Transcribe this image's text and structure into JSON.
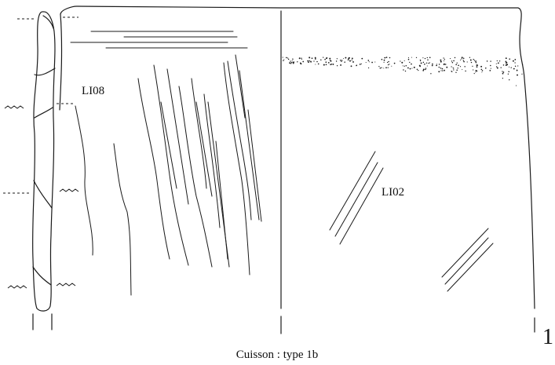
{
  "labels": {
    "li08": "LI08",
    "li02": "LI02",
    "figure_number": "1",
    "caption": "Cuisson : type 1b"
  },
  "colors": {
    "ink": "#1a1a1a",
    "background": "#ffffff"
  }
}
